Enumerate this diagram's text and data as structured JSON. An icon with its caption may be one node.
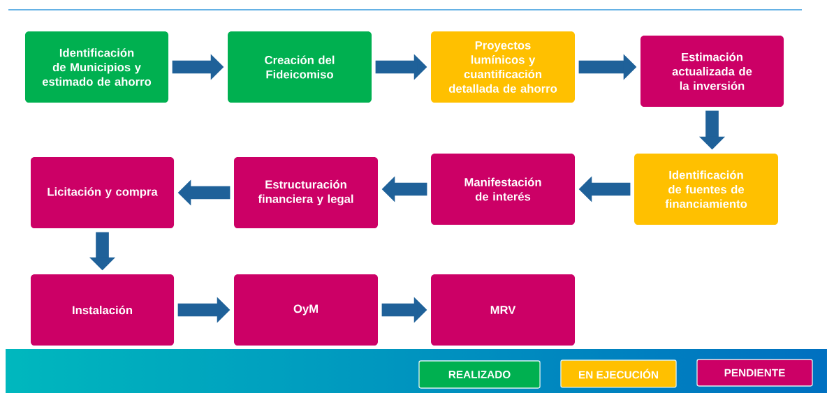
{
  "diagram": {
    "nodes": [
      {
        "text": [
          "Identificación de Municipios y estimado de ahorro"
        ]
      },
      {
        "text": [
          "Creación del Fideicomiso"
        ]
      },
      {
        "text": [
          "Proyectos lumínicos y cuantificación detallada de ahorro"
        ]
      },
      {
        "text": [
          "Estimación actualizada de la inversión"
        ]
      },
      {
        "text": [
          "Identificación de fuentes de financiamiento"
        ]
      },
      {
        "text": [
          "Manifestación de interés"
        ]
      },
      {
        "text": [
          "Estructuración financiera y legal"
        ]
      },
      {
        "text": [
          "Licitación y compra"
        ]
      },
      {
        "text": [
          "Instalación"
        ]
      },
      {
        "text": [
          "OyM"
        ]
      },
      {
        "text": [
          "MRV"
        ]
      }
    ],
    "edges": [
      {
        "from": 0,
        "to": 1,
        "arrow": "to"
      },
      {
        "from": 1,
        "to": 2,
        "arrow": "to"
      },
      {
        "from": 2,
        "to": 3,
        "arrow": "to"
      },
      {
        "from": 3,
        "to": 4,
        "arrow": "to"
      },
      {
        "from": 4,
        "to": 5,
        "arrow": "to"
      },
      {
        "from": 5,
        "to": 6,
        "arrow": "to"
      },
      {
        "from": 6,
        "to": 7,
        "arrow": "to"
      },
      {
        "from": 7,
        "to": 8,
        "arrow": "to"
      },
      {
        "from": 8,
        "to": 9,
        "arrow": "to"
      },
      {
        "from": 9,
        "to": 10,
        "arrow": "to"
      }
    ],
    "legend": [
      {
        "text": "REALIZADO",
        "color": "#00b050"
      },
      {
        "text": "EN EJECUCIÓN",
        "color": "#ffc000"
      },
      {
        "text": "PENDIENTE",
        "color": "#cc0066"
      }
    ]
  }
}
